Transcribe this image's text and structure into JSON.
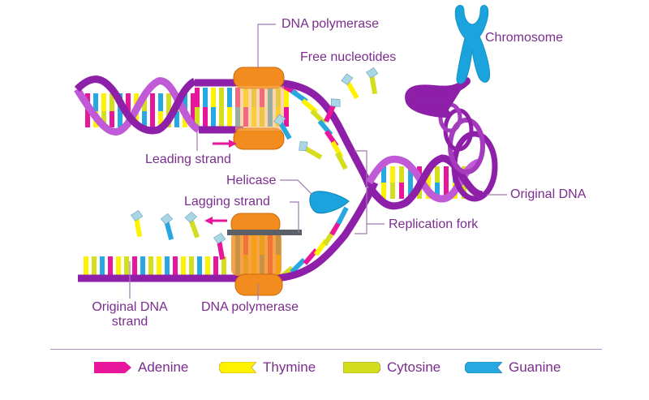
{
  "diagram": {
    "title": "DNA replication",
    "labels": {
      "dna_polymerase_top": "DNA polymerase",
      "free_nucleotides": "Free nucleotides",
      "chromosome": "Chromosome",
      "leading_strand": "Leading strand",
      "helicase": "Helicase",
      "lagging_strand": "Lagging strand",
      "original_dna": "Original DNA",
      "replication_fork": "Replication fork",
      "original_dna_strand_line1": "Original DNA",
      "original_dna_strand_line2": "strand",
      "dna_polymerase_bottom": "DNA polymerase"
    },
    "colors": {
      "backbone": "#8e1fa8",
      "backbone_light": "#c15ad6",
      "label_text": "#7b2d8e",
      "leader_line": "#a07ab0",
      "polymerase": "#f28c1e",
      "helicase": "#1aa3dc",
      "chromosome": "#1aa3dc",
      "phosphate": "#a9d6e5",
      "lagging_primer": "#5a6066"
    }
  },
  "legend": {
    "items": [
      {
        "name": "Adenine",
        "color": "#e8169a",
        "shape": "arrow"
      },
      {
        "name": "Thymine",
        "color": "#fff200",
        "shape": "notch"
      },
      {
        "name": "Cytosine",
        "color": "#d4de1f",
        "shape": "round"
      },
      {
        "name": "Guanine",
        "color": "#27a8e0",
        "shape": "notch"
      }
    ]
  }
}
